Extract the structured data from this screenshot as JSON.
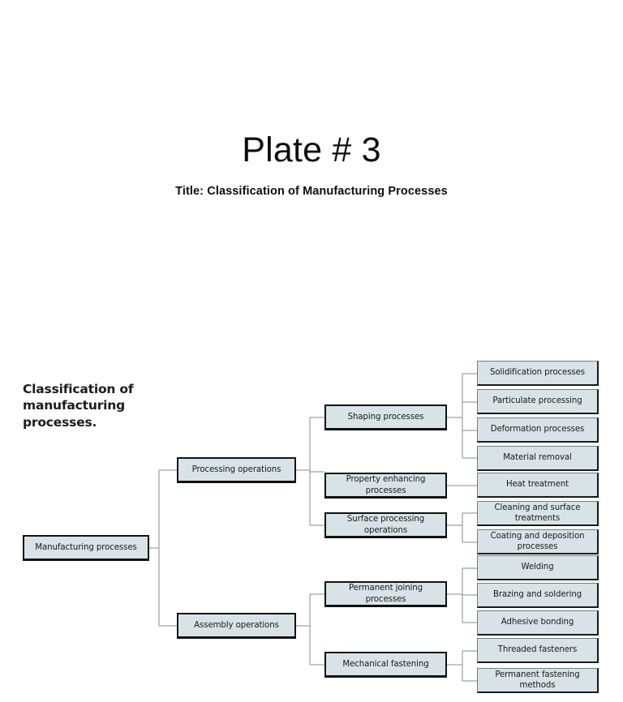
{
  "slide": {
    "title": "Plate # 3",
    "subtitle": "Title: Classification of Manufacturing Processes"
  },
  "figure": {
    "caption": "Classification of manufacturing processes.",
    "box_fill": "#d7e3e7",
    "box_border": "#1a1a1a",
    "connector_color": "#8a8a8a",
    "nodes": {
      "root": "Manufacturing processes",
      "level1": [
        "Processing operations",
        "Assembly operations"
      ],
      "level2": [
        "Shaping processes",
        "Property enhancing processes",
        "Surface processing operations",
        "Permanent joining processes",
        "Mechanical fastening"
      ],
      "leaves": [
        "Solidification processes",
        "Particulate processing",
        "Deformation processes",
        "Material removal",
        "Heat treatment",
        "Cleaning and surface treatments",
        "Coating and deposition processes",
        "Welding",
        "Brazing and soldering",
        "Adhesive bonding",
        "Threaded fasteners",
        "Permanent fastening methods"
      ]
    }
  },
  "chart_data": {
    "type": "tree",
    "title": "Classification of manufacturing processes.",
    "root": "Manufacturing processes",
    "children": [
      {
        "name": "Processing operations",
        "children": [
          {
            "name": "Shaping processes",
            "children": [
              {
                "name": "Solidification processes"
              },
              {
                "name": "Particulate processing"
              },
              {
                "name": "Deformation processes"
              },
              {
                "name": "Material removal"
              }
            ]
          },
          {
            "name": "Property enhancing processes",
            "children": [
              {
                "name": "Heat treatment"
              }
            ]
          },
          {
            "name": "Surface processing operations",
            "children": [
              {
                "name": "Cleaning and surface treatments"
              },
              {
                "name": "Coating and deposition processes"
              }
            ]
          }
        ]
      },
      {
        "name": "Assembly operations",
        "children": [
          {
            "name": "Permanent joining processes",
            "children": [
              {
                "name": "Welding"
              },
              {
                "name": "Brazing and soldering"
              },
              {
                "name": "Adhesive bonding"
              }
            ]
          },
          {
            "name": "Mechanical fastening",
            "children": [
              {
                "name": "Threaded fasteners"
              },
              {
                "name": "Permanent fastening methods"
              }
            ]
          }
        ]
      }
    ]
  }
}
